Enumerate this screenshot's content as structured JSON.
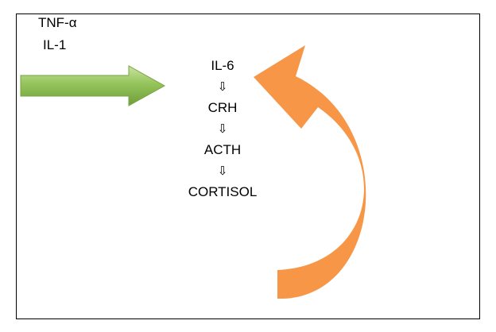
{
  "inputs": {
    "cytokine_1": "TNF-α",
    "cytokine_2": "IL-1"
  },
  "cascade": {
    "steps": [
      "IL-6",
      "CRH",
      "ACTH",
      "CORTISOL"
    ],
    "arrow_glyph": "⇩"
  },
  "colors": {
    "input_arrow": "#8fbf4f",
    "feedback_arrow": "#f79646",
    "frame": "#000000"
  }
}
